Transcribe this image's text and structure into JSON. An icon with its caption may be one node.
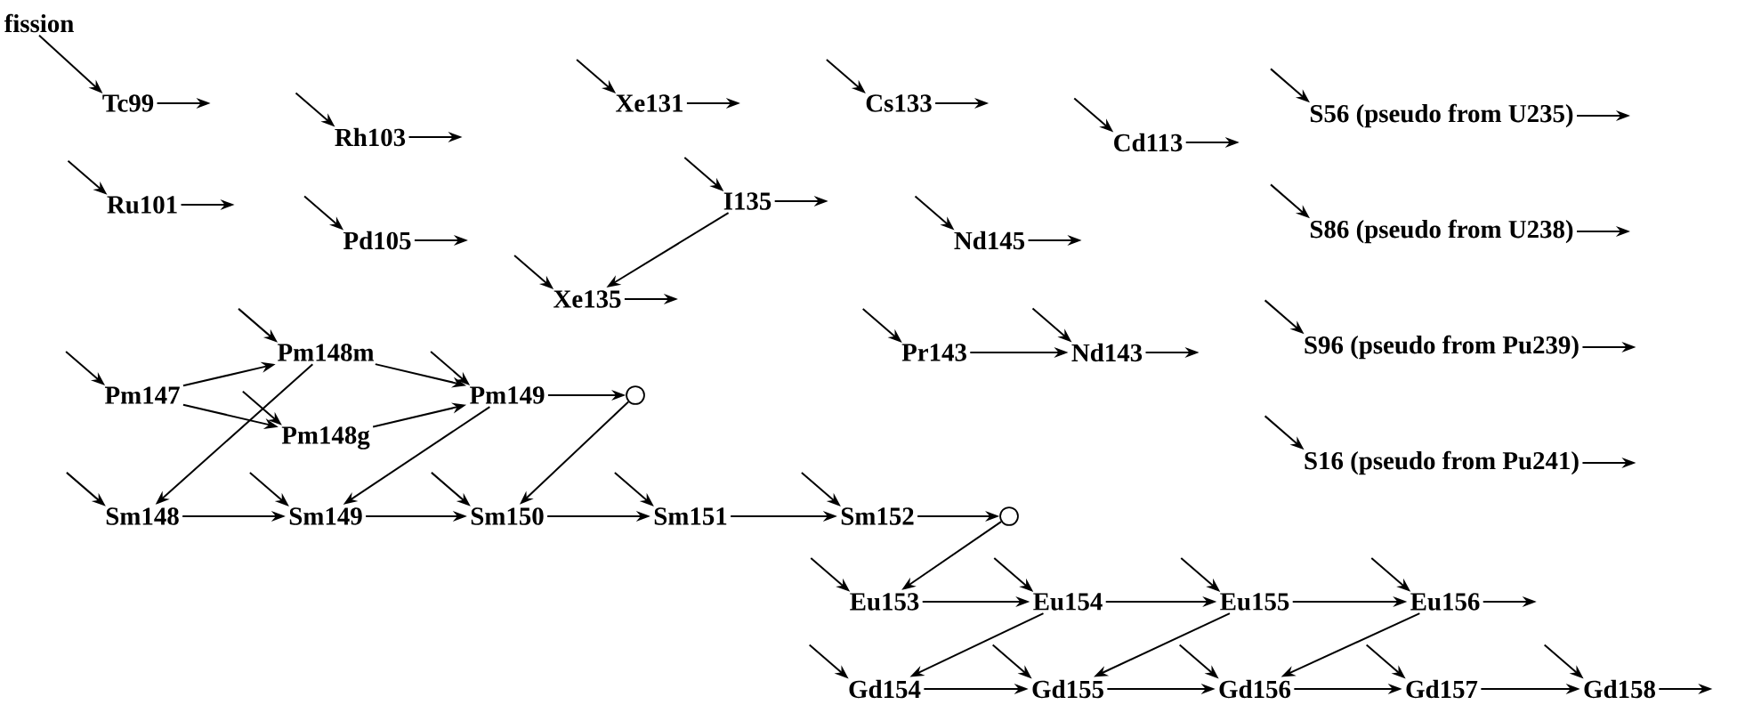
{
  "diagram": {
    "nodes": [
      {
        "text": [
          "fission"
        ]
      },
      {
        "text": [
          "Tc99"
        ]
      },
      {
        "text": [
          "Rh103"
        ]
      },
      {
        "text": [
          "Xe131"
        ]
      },
      {
        "text": [
          "Cs133"
        ]
      },
      {
        "text": [
          "Cd113"
        ]
      },
      {
        "text": [
          "S56 (pseudo from U235)"
        ]
      },
      {
        "text": [
          "Ru101"
        ]
      },
      {
        "text": [
          "Pd105"
        ]
      },
      {
        "text": [
          "I135"
        ]
      },
      {
        "text": [
          "Nd145"
        ]
      },
      {
        "text": [
          "Xe135"
        ]
      },
      {
        "text": [
          "S86 (pseudo from U238)"
        ]
      },
      {
        "text": [
          "Pr143"
        ]
      },
      {
        "text": [
          "Nd143"
        ]
      },
      {
        "text": [
          "S96 (pseudo from Pu239)"
        ]
      },
      {
        "text": [
          "Pm148m"
        ]
      },
      {
        "text": [
          "Pm147"
        ]
      },
      {
        "text": [
          "Pm149"
        ]
      },
      {
        "text": [],
        "shape": "circle"
      },
      {
        "text": [
          "Pm148g"
        ]
      },
      {
        "text": [
          "S16 (pseudo from Pu241)"
        ]
      },
      {
        "text": [
          "Sm148"
        ]
      },
      {
        "text": [
          "Sm149"
        ]
      },
      {
        "text": [
          "Sm150"
        ]
      },
      {
        "text": [
          "Sm151"
        ]
      },
      {
        "text": [
          "Sm152"
        ]
      },
      {
        "text": [],
        "shape": "circle"
      },
      {
        "text": [
          "Eu153"
        ]
      },
      {
        "text": [
          "Eu154"
        ]
      },
      {
        "text": [
          "Eu155"
        ]
      },
      {
        "text": [
          "Eu156"
        ]
      },
      {
        "text": [
          "Gd154"
        ]
      },
      {
        "text": [
          "Gd155"
        ]
      },
      {
        "text": [
          "Gd156"
        ]
      },
      {
        "text": [
          "Gd157"
        ]
      },
      {
        "text": [
          "Gd158"
        ]
      }
    ],
    "edges": [
      {
        "from": 0,
        "to": 1,
        "arrow": "to"
      },
      {
        "from": null,
        "to": 2,
        "arrow": "to"
      },
      {
        "from": null,
        "to": 3,
        "arrow": "to"
      },
      {
        "from": null,
        "to": 4,
        "arrow": "to"
      },
      {
        "from": null,
        "to": 5,
        "arrow": "to"
      },
      {
        "from": null,
        "to": 6,
        "arrow": "to"
      },
      {
        "from": null,
        "to": 7,
        "arrow": "to"
      },
      {
        "from": null,
        "to": 8,
        "arrow": "to"
      },
      {
        "from": null,
        "to": 9,
        "arrow": "to"
      },
      {
        "from": null,
        "to": 10,
        "arrow": "to"
      },
      {
        "from": null,
        "to": 11,
        "arrow": "to"
      },
      {
        "from": null,
        "to": 12,
        "arrow": "to"
      },
      {
        "from": null,
        "to": 13,
        "arrow": "to"
      },
      {
        "from": null,
        "to": 14,
        "arrow": "to"
      },
      {
        "from": null,
        "to": 15,
        "arrow": "to"
      },
      {
        "from": null,
        "to": 16,
        "arrow": "to"
      },
      {
        "from": null,
        "to": 17,
        "arrow": "to"
      },
      {
        "from": null,
        "to": 18,
        "arrow": "to"
      },
      {
        "from": null,
        "to": 20,
        "arrow": "to"
      },
      {
        "from": null,
        "to": 21,
        "arrow": "to"
      },
      {
        "from": null,
        "to": 22,
        "arrow": "to"
      },
      {
        "from": null,
        "to": 23,
        "arrow": "to"
      },
      {
        "from": null,
        "to": 24,
        "arrow": "to"
      },
      {
        "from": null,
        "to": 25,
        "arrow": "to"
      },
      {
        "from": null,
        "to": 26,
        "arrow": "to"
      },
      {
        "from": null,
        "to": 28,
        "arrow": "to"
      },
      {
        "from": null,
        "to": 29,
        "arrow": "to"
      },
      {
        "from": null,
        "to": 30,
        "arrow": "to"
      },
      {
        "from": null,
        "to": 31,
        "arrow": "to"
      },
      {
        "from": null,
        "to": 32,
        "arrow": "to"
      },
      {
        "from": null,
        "to": 33,
        "arrow": "to"
      },
      {
        "from": null,
        "to": 34,
        "arrow": "to"
      },
      {
        "from": null,
        "to": 35,
        "arrow": "to"
      },
      {
        "from": null,
        "to": 36,
        "arrow": "to"
      },
      {
        "from": 1,
        "to": null,
        "arrow": "to"
      },
      {
        "from": 2,
        "to": null,
        "arrow": "to"
      },
      {
        "from": 3,
        "to": null,
        "arrow": "to"
      },
      {
        "from": 4,
        "to": null,
        "arrow": "to"
      },
      {
        "from": 5,
        "to": null,
        "arrow": "to"
      },
      {
        "from": 6,
        "to": null,
        "arrow": "to"
      },
      {
        "from": 7,
        "to": null,
        "arrow": "to"
      },
      {
        "from": 8,
        "to": null,
        "arrow": "to"
      },
      {
        "from": 9,
        "to": null,
        "arrow": "to"
      },
      {
        "from": 10,
        "to": null,
        "arrow": "to"
      },
      {
        "from": 11,
        "to": null,
        "arrow": "to"
      },
      {
        "from": 12,
        "to": null,
        "arrow": "to"
      },
      {
        "from": 14,
        "to": null,
        "arrow": "to"
      },
      {
        "from": 15,
        "to": null,
        "arrow": "to"
      },
      {
        "from": 21,
        "to": null,
        "arrow": "to"
      },
      {
        "from": 31,
        "to": null,
        "arrow": "to"
      },
      {
        "from": 36,
        "to": null,
        "arrow": "to"
      },
      {
        "from": 9,
        "to": 11,
        "arrow": "to"
      },
      {
        "from": 13,
        "to": 14,
        "arrow": "to"
      },
      {
        "from": 17,
        "to": 16,
        "arrow": "to"
      },
      {
        "from": 17,
        "to": 20,
        "arrow": "to"
      },
      {
        "from": 16,
        "to": 18,
        "arrow": "to"
      },
      {
        "from": 20,
        "to": 18,
        "arrow": "to"
      },
      {
        "from": 16,
        "to": 22,
        "arrow": "to"
      },
      {
        "from": 18,
        "to": 23,
        "arrow": "to"
      },
      {
        "from": 18,
        "to": 19,
        "arrow": "to"
      },
      {
        "from": 19,
        "to": 24,
        "arrow": "to"
      },
      {
        "from": 22,
        "to": 23,
        "arrow": "to"
      },
      {
        "from": 23,
        "to": 24,
        "arrow": "to"
      },
      {
        "from": 24,
        "to": 25,
        "arrow": "to"
      },
      {
        "from": 25,
        "to": 26,
        "arrow": "to"
      },
      {
        "from": 26,
        "to": 27,
        "arrow": "to"
      },
      {
        "from": 27,
        "to": 28,
        "arrow": "to"
      },
      {
        "from": 28,
        "to": 29,
        "arrow": "to"
      },
      {
        "from": 29,
        "to": 30,
        "arrow": "to"
      },
      {
        "from": 30,
        "to": 31,
        "arrow": "to"
      },
      {
        "from": 29,
        "to": 32,
        "arrow": "to"
      },
      {
        "from": 30,
        "to": 33,
        "arrow": "to"
      },
      {
        "from": 31,
        "to": 34,
        "arrow": "to"
      },
      {
        "from": 32,
        "to": 33,
        "arrow": "to"
      },
      {
        "from": 33,
        "to": 34,
        "arrow": "to"
      },
      {
        "from": 34,
        "to": 35,
        "arrow": "to"
      },
      {
        "from": 35,
        "to": 36,
        "arrow": "to"
      }
    ]
  }
}
